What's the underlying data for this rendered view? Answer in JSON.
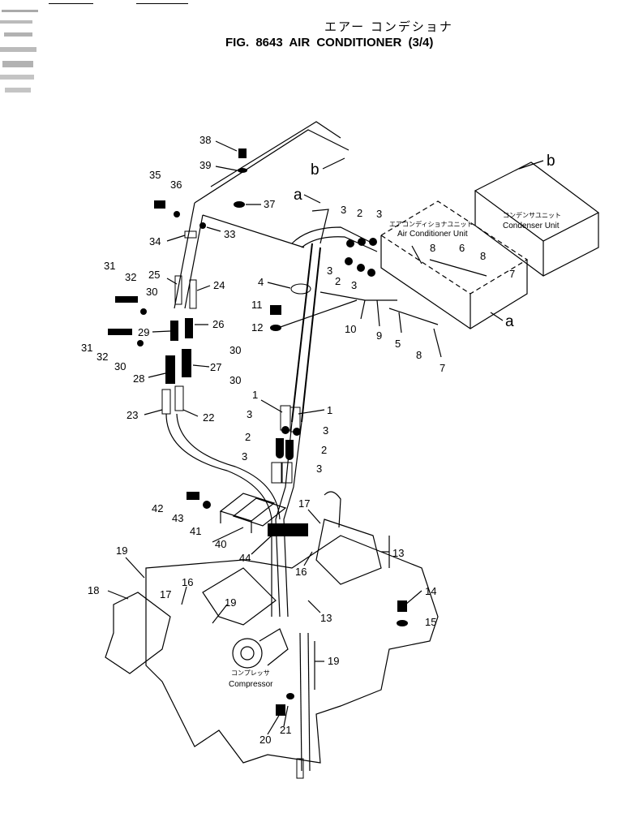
{
  "header": {
    "title_jp": "エアー コンデショナ",
    "title": "FIG. 8643  AIR CONDITIONER (3/4)"
  },
  "units": {
    "condenser_jp": "コンデンサユニット",
    "condenser": "Condenser Unit",
    "ac_jp": "エアコンディショナユニット",
    "ac": "Air Conditioner Unit",
    "compressor_jp": "コンプレッサ",
    "compressor": "Compressor"
  },
  "refs": {
    "a": "a",
    "b": "b"
  },
  "callouts": [
    {
      "n": "38"
    },
    {
      "n": "39"
    },
    {
      "n": "35"
    },
    {
      "n": "36"
    },
    {
      "n": "37"
    },
    {
      "n": "34"
    },
    {
      "n": "33"
    },
    {
      "n": "31"
    },
    {
      "n": "32"
    },
    {
      "n": "25"
    },
    {
      "n": "24"
    },
    {
      "n": "30"
    },
    {
      "n": "29"
    },
    {
      "n": "26"
    },
    {
      "n": "31"
    },
    {
      "n": "32"
    },
    {
      "n": "30"
    },
    {
      "n": "30"
    },
    {
      "n": "28"
    },
    {
      "n": "27"
    },
    {
      "n": "30"
    },
    {
      "n": "23"
    },
    {
      "n": "22"
    },
    {
      "n": "4"
    },
    {
      "n": "11"
    },
    {
      "n": "12"
    },
    {
      "n": "3"
    },
    {
      "n": "2"
    },
    {
      "n": "3"
    },
    {
      "n": "3"
    },
    {
      "n": "2"
    },
    {
      "n": "3"
    },
    {
      "n": "10"
    },
    {
      "n": "9"
    },
    {
      "n": "5"
    },
    {
      "n": "8"
    },
    {
      "n": "7"
    },
    {
      "n": "8"
    },
    {
      "n": "6"
    },
    {
      "n": "8"
    },
    {
      "n": "7"
    },
    {
      "n": "1"
    },
    {
      "n": "1"
    },
    {
      "n": "3"
    },
    {
      "n": "3"
    },
    {
      "n": "2"
    },
    {
      "n": "2"
    },
    {
      "n": "3"
    },
    {
      "n": "3"
    },
    {
      "n": "42"
    },
    {
      "n": "43"
    },
    {
      "n": "41"
    },
    {
      "n": "40"
    },
    {
      "n": "44"
    },
    {
      "n": "17"
    },
    {
      "n": "13"
    },
    {
      "n": "16"
    },
    {
      "n": "13"
    },
    {
      "n": "19"
    },
    {
      "n": "18"
    },
    {
      "n": "17"
    },
    {
      "n": "16"
    },
    {
      "n": "19"
    },
    {
      "n": "14"
    },
    {
      "n": "15"
    },
    {
      "n": "19"
    },
    {
      "n": "20"
    },
    {
      "n": "21"
    }
  ]
}
